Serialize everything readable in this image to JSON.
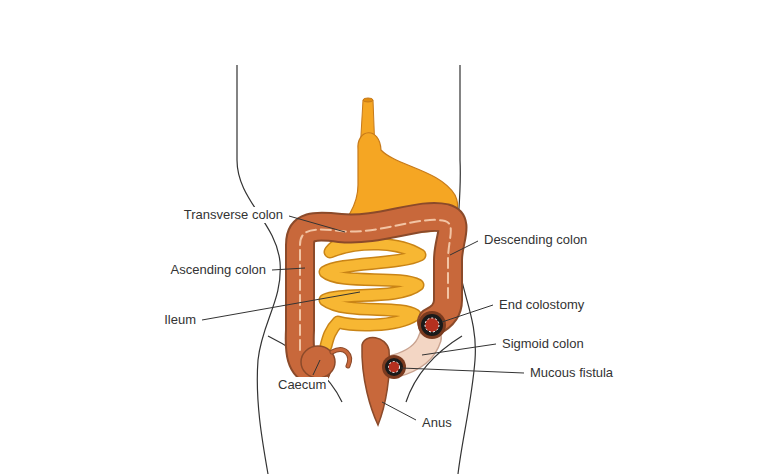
{
  "diagram": {
    "labels": [
      "Transverse colon",
      "Descending colon",
      "Ascending colon",
      "Ileum",
      "End colostomy",
      "Sigmoid colon",
      "Mucous fistula",
      "Caecum",
      "Anus"
    ]
  }
}
